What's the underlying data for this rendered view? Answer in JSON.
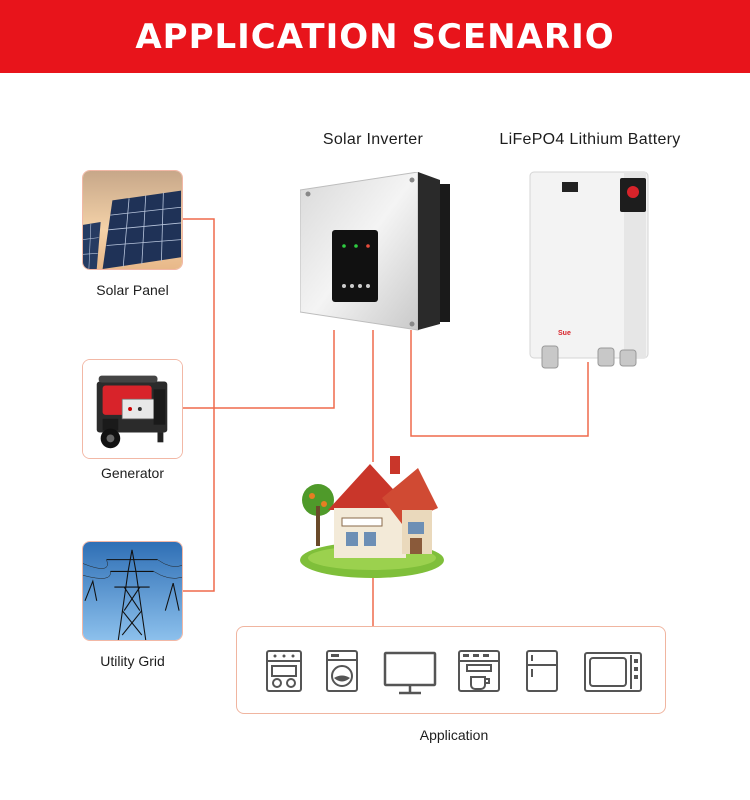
{
  "header": {
    "title": "APPLICATION SCENARIO",
    "color": "#e8141b"
  },
  "devices": {
    "inverter_label": "Solar Inverter",
    "battery_label": "LiFePO4 Lithium Battery",
    "battery_logo": "Sue"
  },
  "sources": [
    {
      "label": "Solar Panel",
      "icon": "solar-panel-photo"
    },
    {
      "label": "Generator",
      "icon": "generator-photo"
    },
    {
      "label": "Utility Grid",
      "icon": "power-tower-photo"
    }
  ],
  "application": {
    "label": "Application",
    "appliances": [
      "oven-icon",
      "washing-machine-icon",
      "monitor-icon",
      "coffee-machine-icon",
      "refrigerator-icon",
      "microwave-icon"
    ]
  },
  "colors": {
    "wire": "#ef6a4c",
    "frame": "#f2b8a6",
    "icon": "#555555"
  }
}
